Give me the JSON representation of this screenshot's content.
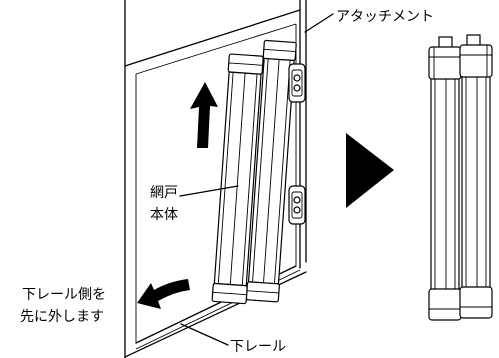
{
  "labels": {
    "attachment": "アタッチメント",
    "screen_body": [
      "網戸",
      "本体"
    ],
    "instruction": [
      "下レール側を",
      "先に外します"
    ],
    "lower_rail": "下レール"
  },
  "icons": {
    "lift_arrow": "up-arrow-icon",
    "pull_out_arrow": "curved-left-arrow-icon",
    "next_step_arrow": "right-triangle-icon"
  },
  "colors": {
    "line": "#000000",
    "fill": "#000000",
    "background": "#ffffff"
  }
}
